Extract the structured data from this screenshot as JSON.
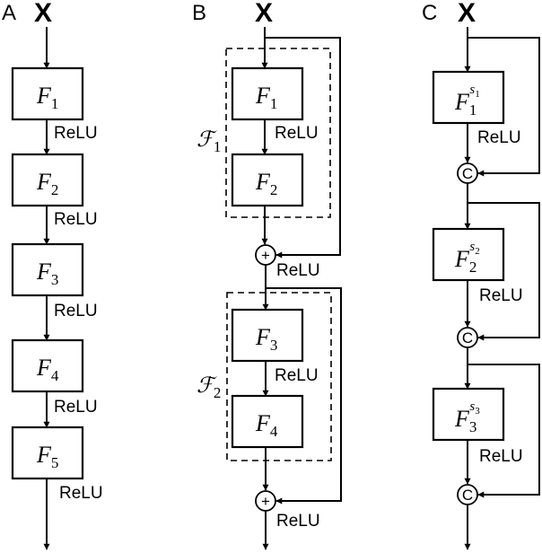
{
  "panels": [
    {
      "label": "A",
      "input": "X",
      "blocks": [
        {
          "name": "F",
          "sub": "1",
          "act": "ReLU"
        },
        {
          "name": "F",
          "sub": "2",
          "act": "ReLU"
        },
        {
          "name": "F",
          "sub": "3",
          "act": "ReLU"
        },
        {
          "name": "F",
          "sub": "4",
          "act": "ReLU"
        },
        {
          "name": "F",
          "sub": "5",
          "act": "ReLU"
        }
      ]
    },
    {
      "label": "B",
      "input": "X",
      "blocks": [
        {
          "name": "F",
          "sub": "1",
          "act": "ReLU"
        },
        {
          "name": "F",
          "sub": "2",
          "act": ""
        },
        {
          "name": "F",
          "sub": "3",
          "act": "ReLU"
        },
        {
          "name": "F",
          "sub": "4",
          "act": ""
        }
      ],
      "groups": [
        {
          "name": "ℱ",
          "sub": "1",
          "merge_symbol": "+",
          "act": "ReLU"
        },
        {
          "name": "ℱ",
          "sub": "2",
          "merge_symbol": "+",
          "act": "ReLU"
        }
      ]
    },
    {
      "label": "C",
      "input": "X",
      "blocks": [
        {
          "name": "F",
          "sub": "1",
          "sup": "s",
          "supsub": "1",
          "act": "ReLU",
          "merge_symbol": "C"
        },
        {
          "name": "F",
          "sub": "2",
          "sup": "s",
          "supsub": "2",
          "act": "ReLU",
          "merge_symbol": "C"
        },
        {
          "name": "F",
          "sub": "3",
          "sup": "s",
          "supsub": "3",
          "act": "ReLU",
          "merge_symbol": "C"
        }
      ]
    }
  ]
}
